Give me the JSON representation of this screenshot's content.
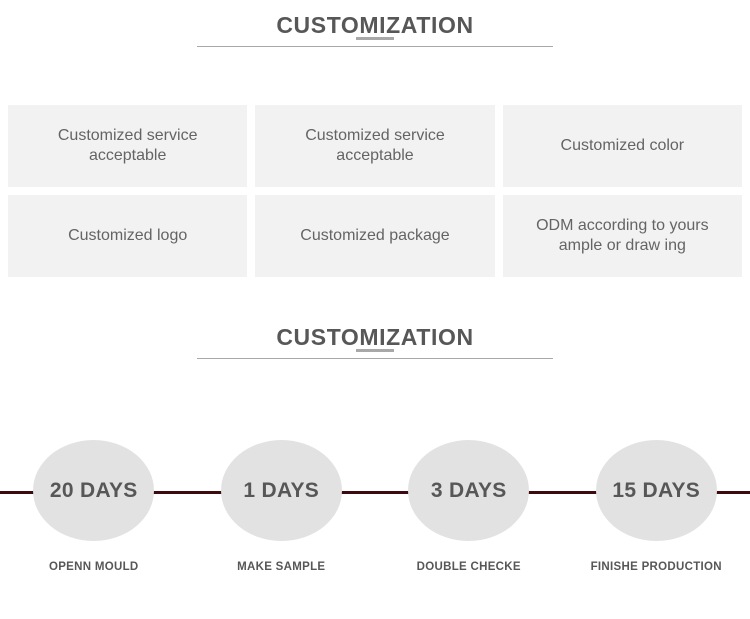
{
  "sections": {
    "customization_heading": {
      "title": "CUSTOMIZATION"
    },
    "process_heading": {
      "title": "CUSTOMIZATION"
    }
  },
  "customization_grid": {
    "cells": [
      {
        "text": "Customized service acceptable"
      },
      {
        "text": "Customized service acceptable"
      },
      {
        "text": "Customized color"
      },
      {
        "text": "Customized logo"
      },
      {
        "text": "Customized package"
      },
      {
        "text": "ODM according to yours ample or draw ing"
      }
    ]
  },
  "timeline": {
    "steps": [
      {
        "days": "20 DAYS",
        "label": "OPENN MOULD"
      },
      {
        "days": "1 DAYS",
        "label": "MAKE SAMPLE"
      },
      {
        "days": "3 DAYS",
        "label": "DOUBLE CHECKE"
      },
      {
        "days": "15 DAYS",
        "label": "FINISHE PRODUCTION"
      }
    ]
  },
  "colors": {
    "heading_text": "#575757",
    "cell_background": "#f2f2f2",
    "cell_text": "#646464",
    "divider": "#a8a8a8",
    "timeline_line": "#3d0a10",
    "circle_fill": "#e2e2e2",
    "page_background": "#ffffff"
  }
}
